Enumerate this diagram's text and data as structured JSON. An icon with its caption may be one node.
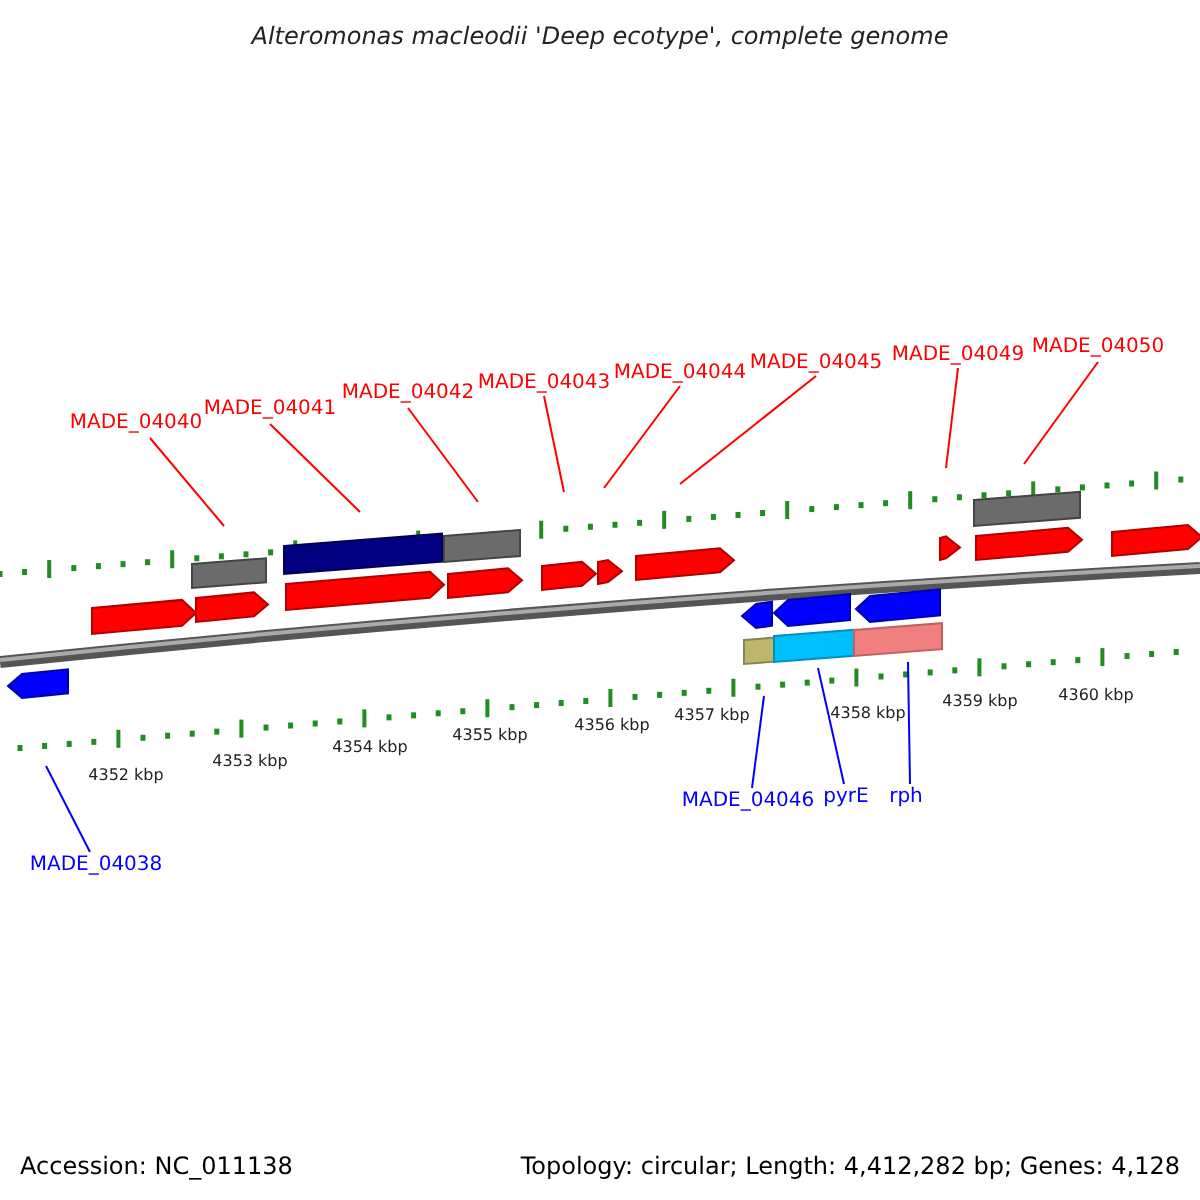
{
  "diagram": {
    "title": "Alteromonas macleodii 'Deep ecotype', complete genome",
    "nodes": [
      {
        "text": [
          "MADE_04040"
        ]
      },
      {
        "text": [
          "MADE_04041"
        ]
      },
      {
        "text": [
          "MADE_04042"
        ]
      },
      {
        "text": [
          "MADE_04043"
        ]
      },
      {
        "text": [
          "MADE_04044"
        ]
      },
      {
        "text": [
          "MADE_04045"
        ]
      },
      {
        "text": [
          "MADE_04049"
        ]
      },
      {
        "text": [
          "MADE_04050"
        ]
      },
      {
        "text": [
          "MADE_04038"
        ]
      },
      {
        "text": [
          "MADE_04046"
        ]
      },
      {
        "text": [
          "pyrE"
        ]
      },
      {
        "text": [
          "rph"
        ]
      }
    ],
    "edges": [
      {
        "from": 0,
        "to": null,
        "arrow": "none"
      },
      {
        "from": 1,
        "to": null,
        "arrow": "none"
      },
      {
        "from": 2,
        "to": null,
        "arrow": "none"
      },
      {
        "from": 3,
        "to": null,
        "arrow": "none"
      },
      {
        "from": 4,
        "to": null,
        "arrow": "none"
      },
      {
        "from": 5,
        "to": null,
        "arrow": "none"
      },
      {
        "from": 6,
        "to": null,
        "arrow": "none"
      },
      {
        "from": 7,
        "to": null,
        "arrow": "none"
      },
      {
        "from": 8,
        "to": null,
        "arrow": "none",
        "color": "#0000ff"
      },
      {
        "from": 9,
        "to": null,
        "arrow": "none",
        "color": "#0000ff"
      },
      {
        "from": 10,
        "to": null,
        "arrow": "none",
        "color": "#0000ff"
      },
      {
        "from": 11,
        "to": null,
        "arrow": "none",
        "color": "#0000ff"
      }
    ],
    "labels": [
      "4352 kbp",
      "4353 kbp",
      "4354 kbp",
      "4355 kbp",
      "4356 kbp",
      "4357 kbp",
      "4358 kbp",
      "4359 kbp",
      "4360 kbp",
      "Accession: NC_011138",
      "Topology: circular; Length: 4,412,282 bp; Genes: 4,128"
    ]
  }
}
